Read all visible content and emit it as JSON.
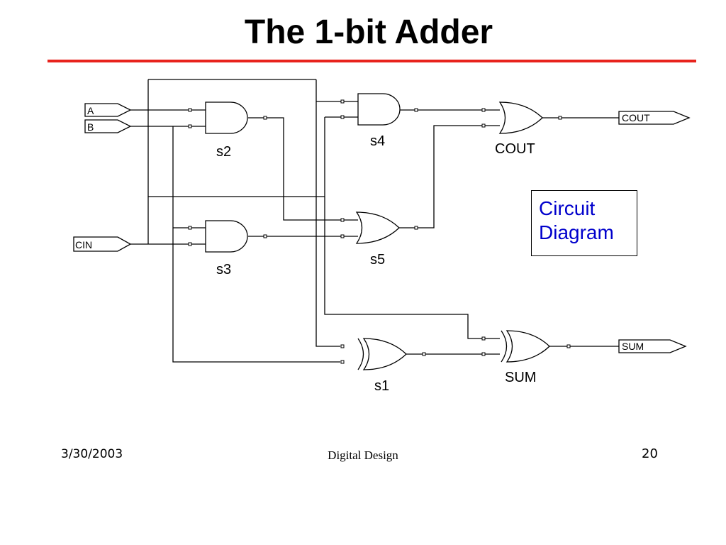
{
  "slide": {
    "title": "The 1-bit Adder",
    "callout": [
      "Circuit",
      "Diagram"
    ]
  },
  "footer": {
    "date": "3/30/2003",
    "center": "Digital Design",
    "page": "20"
  },
  "circuit": {
    "inputs": [
      "A",
      "B",
      "CIN"
    ],
    "outputs": [
      "COUT",
      "SUM"
    ],
    "gates": [
      {
        "id": "s2",
        "type": "AND",
        "label": "s2"
      },
      {
        "id": "s3",
        "type": "AND",
        "label": "s3"
      },
      {
        "id": "s4",
        "type": "AND",
        "label": "s4"
      },
      {
        "id": "s5",
        "type": "OR",
        "label": "s5"
      },
      {
        "id": "s1",
        "type": "XOR",
        "label": "s1"
      },
      {
        "id": "cout",
        "type": "OR",
        "label": "COUT"
      },
      {
        "id": "sum",
        "type": "XOR",
        "label": "SUM"
      }
    ]
  }
}
